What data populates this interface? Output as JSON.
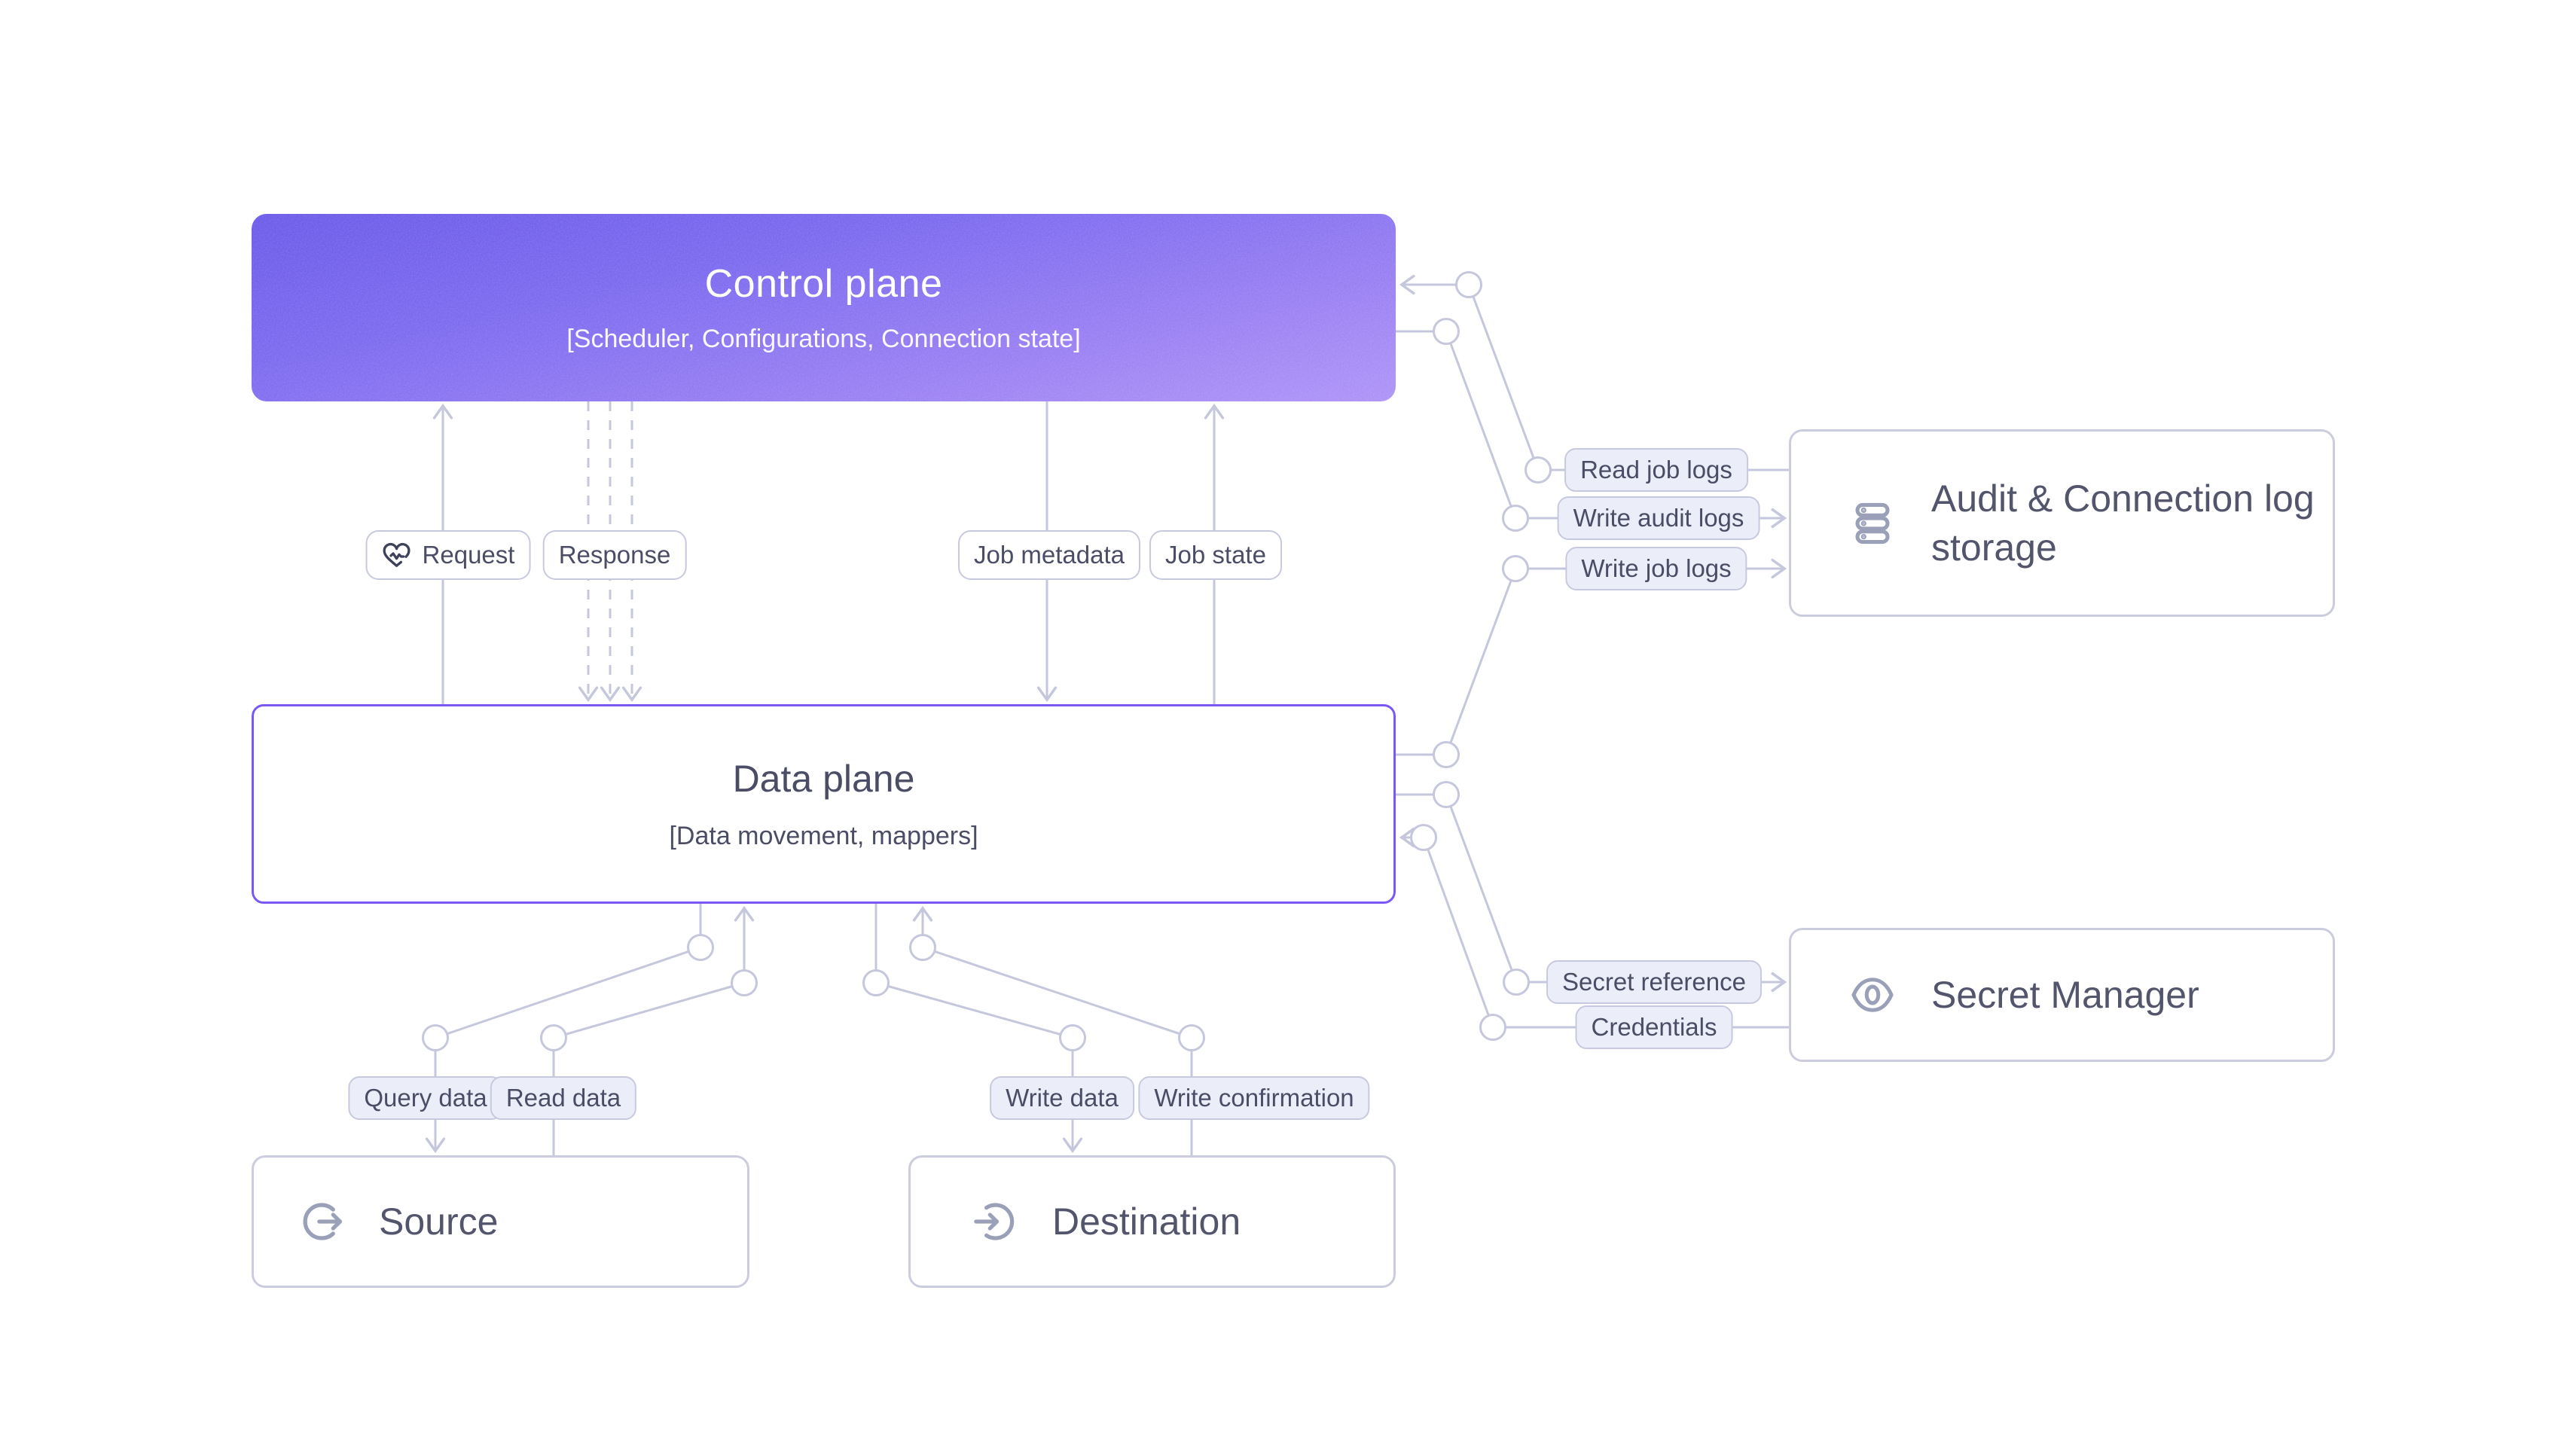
{
  "diagram": {
    "control_plane": {
      "title": "Control plane",
      "subtitle": "[Scheduler, Configurations, Connection state]"
    },
    "data_plane": {
      "title": "Data plane",
      "subtitle": "[Data movement, mappers]"
    },
    "source": {
      "title": "Source",
      "icon": "arrow-out-of-circle"
    },
    "destination": {
      "title": "Destination",
      "icon": "arrow-into-circle"
    },
    "audit_log_storage": {
      "title": "Audit & Connection log storage",
      "icon": "server-stack"
    },
    "secret_manager": {
      "title": "Secret Manager",
      "icon": "eye"
    }
  },
  "edge_labels": {
    "request": "Request",
    "response": "Response",
    "job_metadata": "Job metadata",
    "job_state": "Job state",
    "query_data": "Query data",
    "read_data": "Read data",
    "write_data": "Write data",
    "write_confirmation": "Write confirmation",
    "read_job_logs": "Read job logs",
    "write_audit_logs": "Write audit logs",
    "write_job_logs": "Write job logs",
    "secret_reference": "Secret reference",
    "credentials": "Credentials"
  },
  "colors": {
    "line": "#C5C7DC",
    "pill_border": "#C7CADE",
    "pill_fill": "#EBEDF8",
    "text": "#4B4D66",
    "data_plane_border": "#7A58F4",
    "control_gradient_top": "#6553E8",
    "control_gradient_bottom": "#AB8FF7",
    "icon_gray": "#9AA0B8",
    "request_icon": "#3E4159"
  }
}
